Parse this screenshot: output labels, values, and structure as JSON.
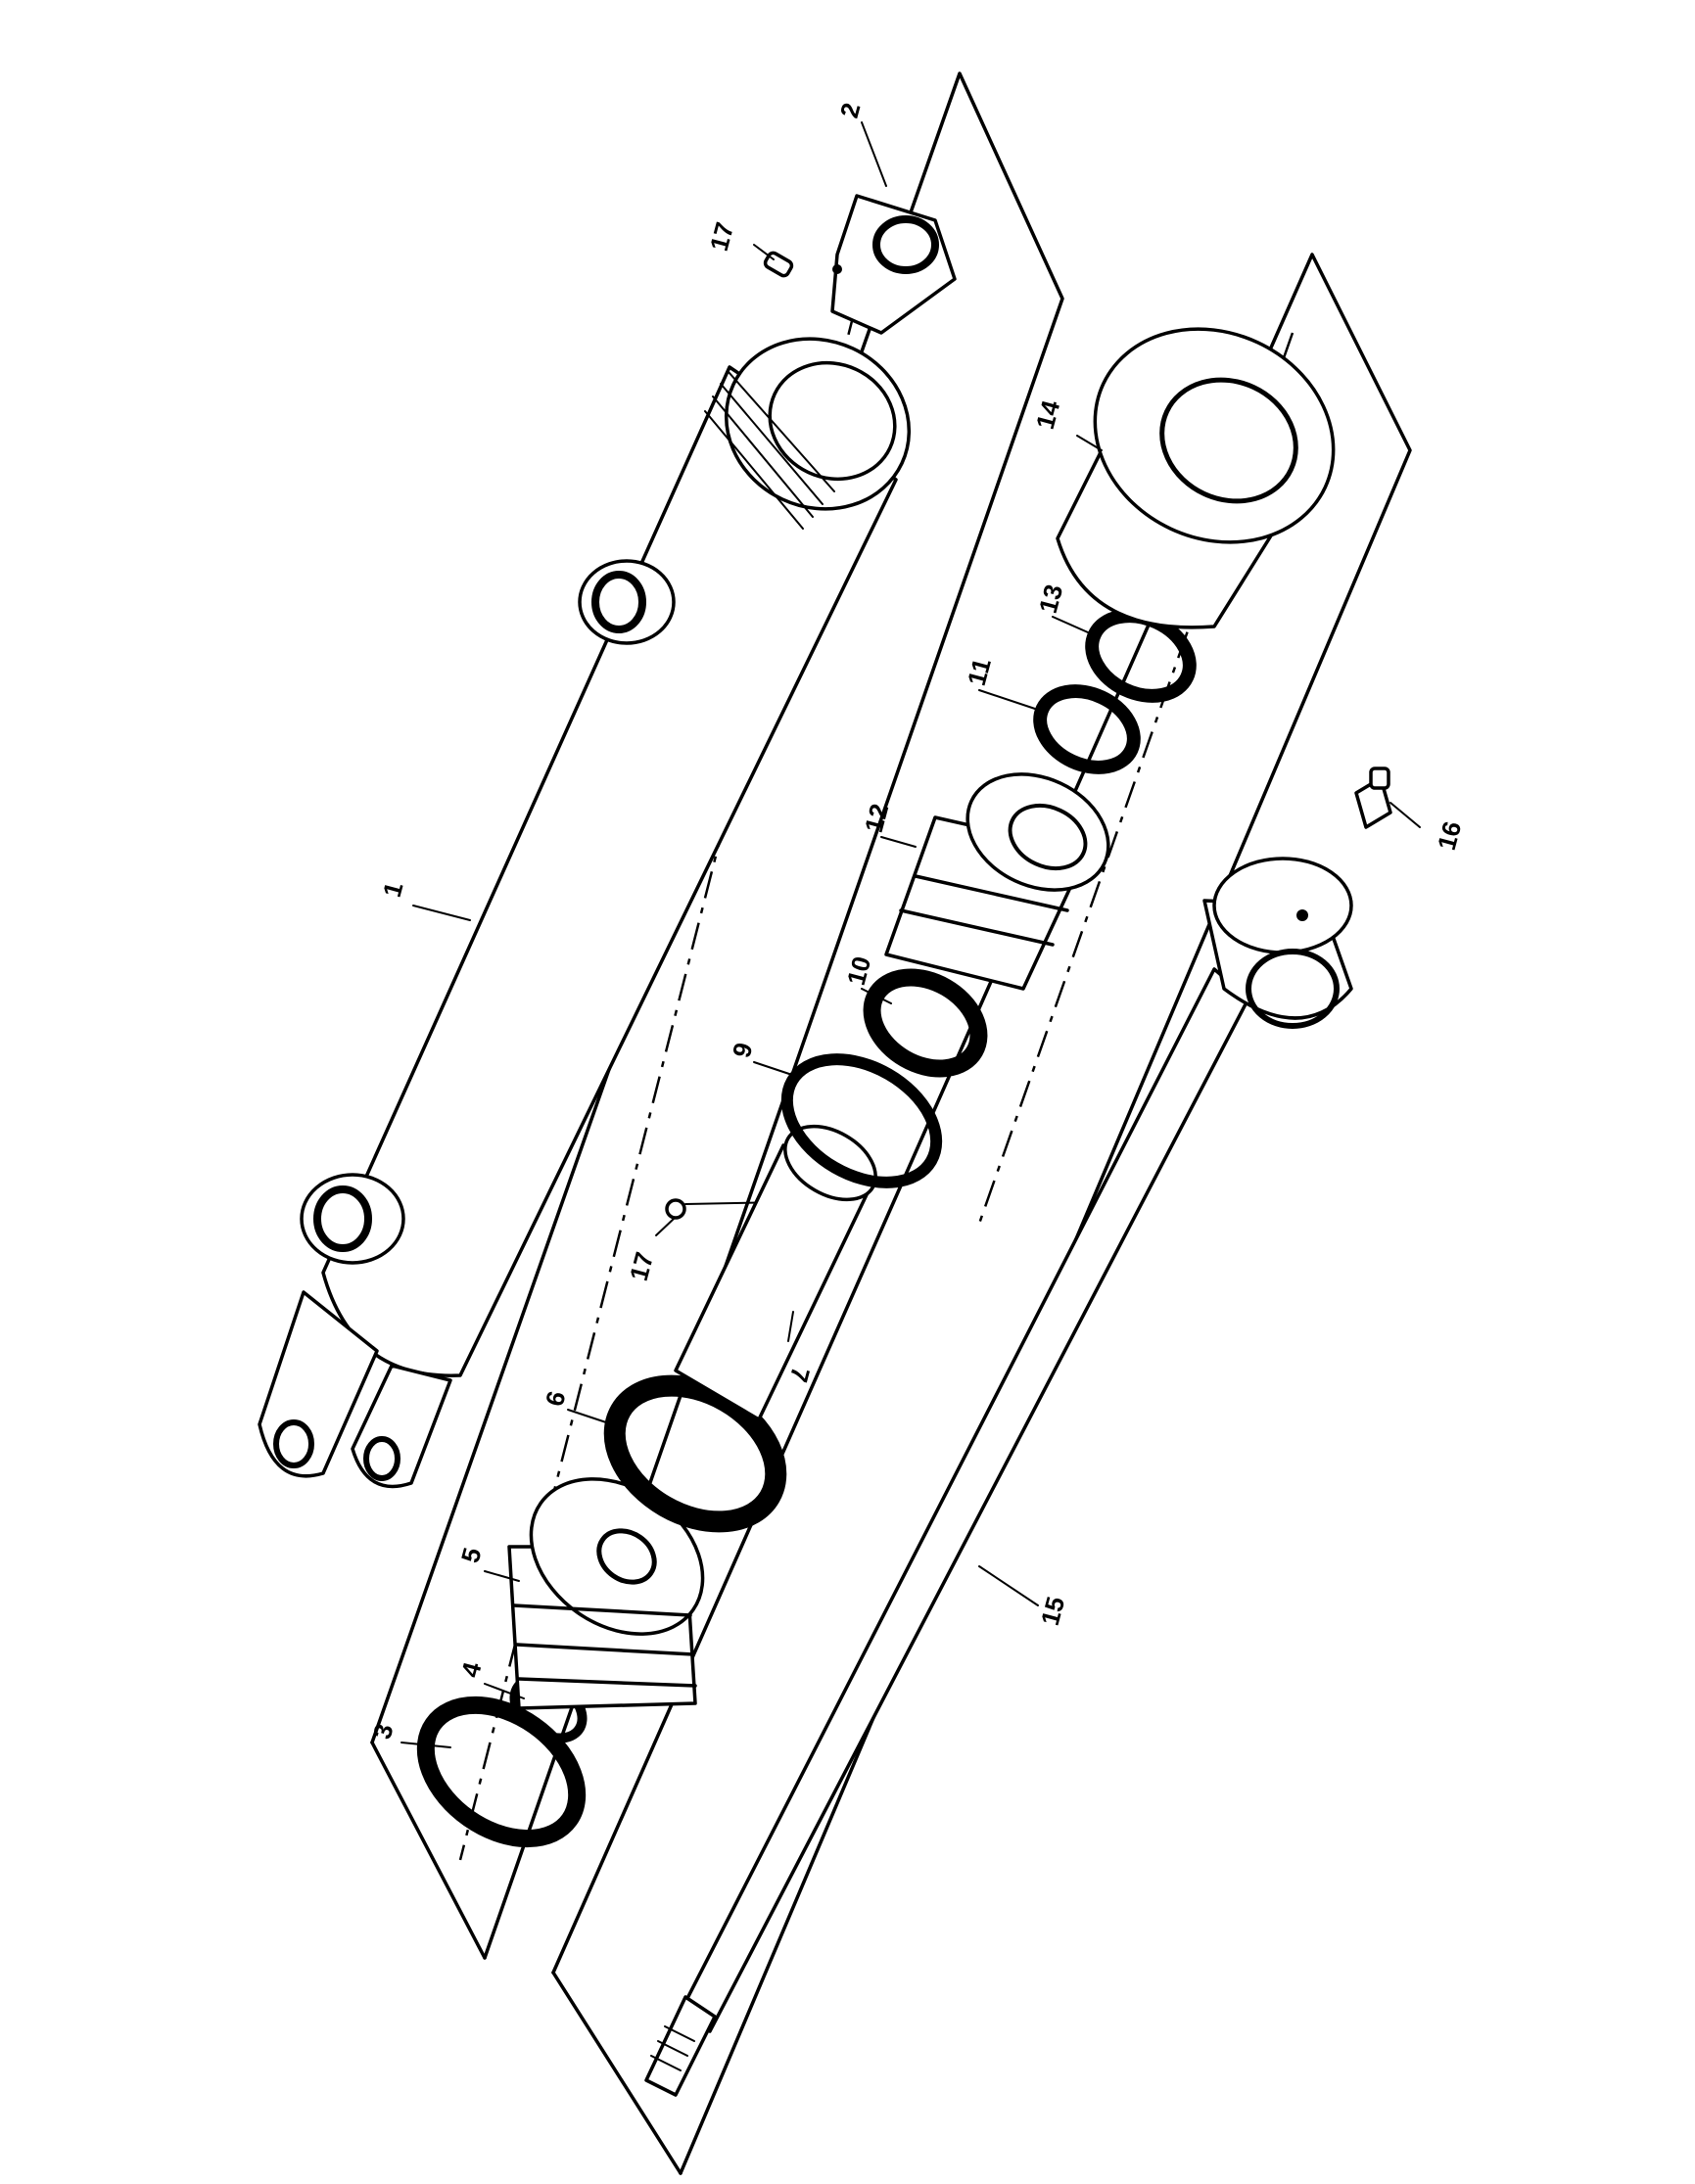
{
  "callouts": [
    {
      "id": "1",
      "text": "1"
    },
    {
      "id": "2",
      "text": "2"
    },
    {
      "id": "3",
      "text": "3"
    },
    {
      "id": "4",
      "text": "4"
    },
    {
      "id": "5",
      "text": "5"
    },
    {
      "id": "6",
      "text": "6"
    },
    {
      "id": "7",
      "text": "7"
    },
    {
      "id": "9",
      "text": "9"
    },
    {
      "id": "10",
      "text": "10"
    },
    {
      "id": "11",
      "text": "11"
    },
    {
      "id": "12",
      "text": "12"
    },
    {
      "id": "13",
      "text": "13"
    },
    {
      "id": "14",
      "text": "14"
    },
    {
      "id": "15",
      "text": "15"
    },
    {
      "id": "16",
      "text": "16"
    },
    {
      "id": "17a",
      "text": "17"
    },
    {
      "id": "17b",
      "text": "17"
    }
  ]
}
